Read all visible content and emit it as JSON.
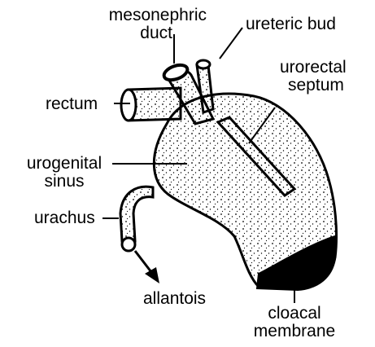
{
  "labels": {
    "mesonephric": [
      "mesonephric",
      "duct"
    ],
    "ureteric_bud": "ureteric bud",
    "urorectal": [
      "urorectal",
      "septum"
    ],
    "rectum": "rectum",
    "urogenital": [
      "urogenital",
      "sinus"
    ],
    "urachus": "urachus",
    "allantois": "allantois",
    "cloacal": [
      "cloacal",
      "membrane"
    ]
  },
  "colors": {
    "ink": "#000000",
    "paper": "#ffffff"
  }
}
